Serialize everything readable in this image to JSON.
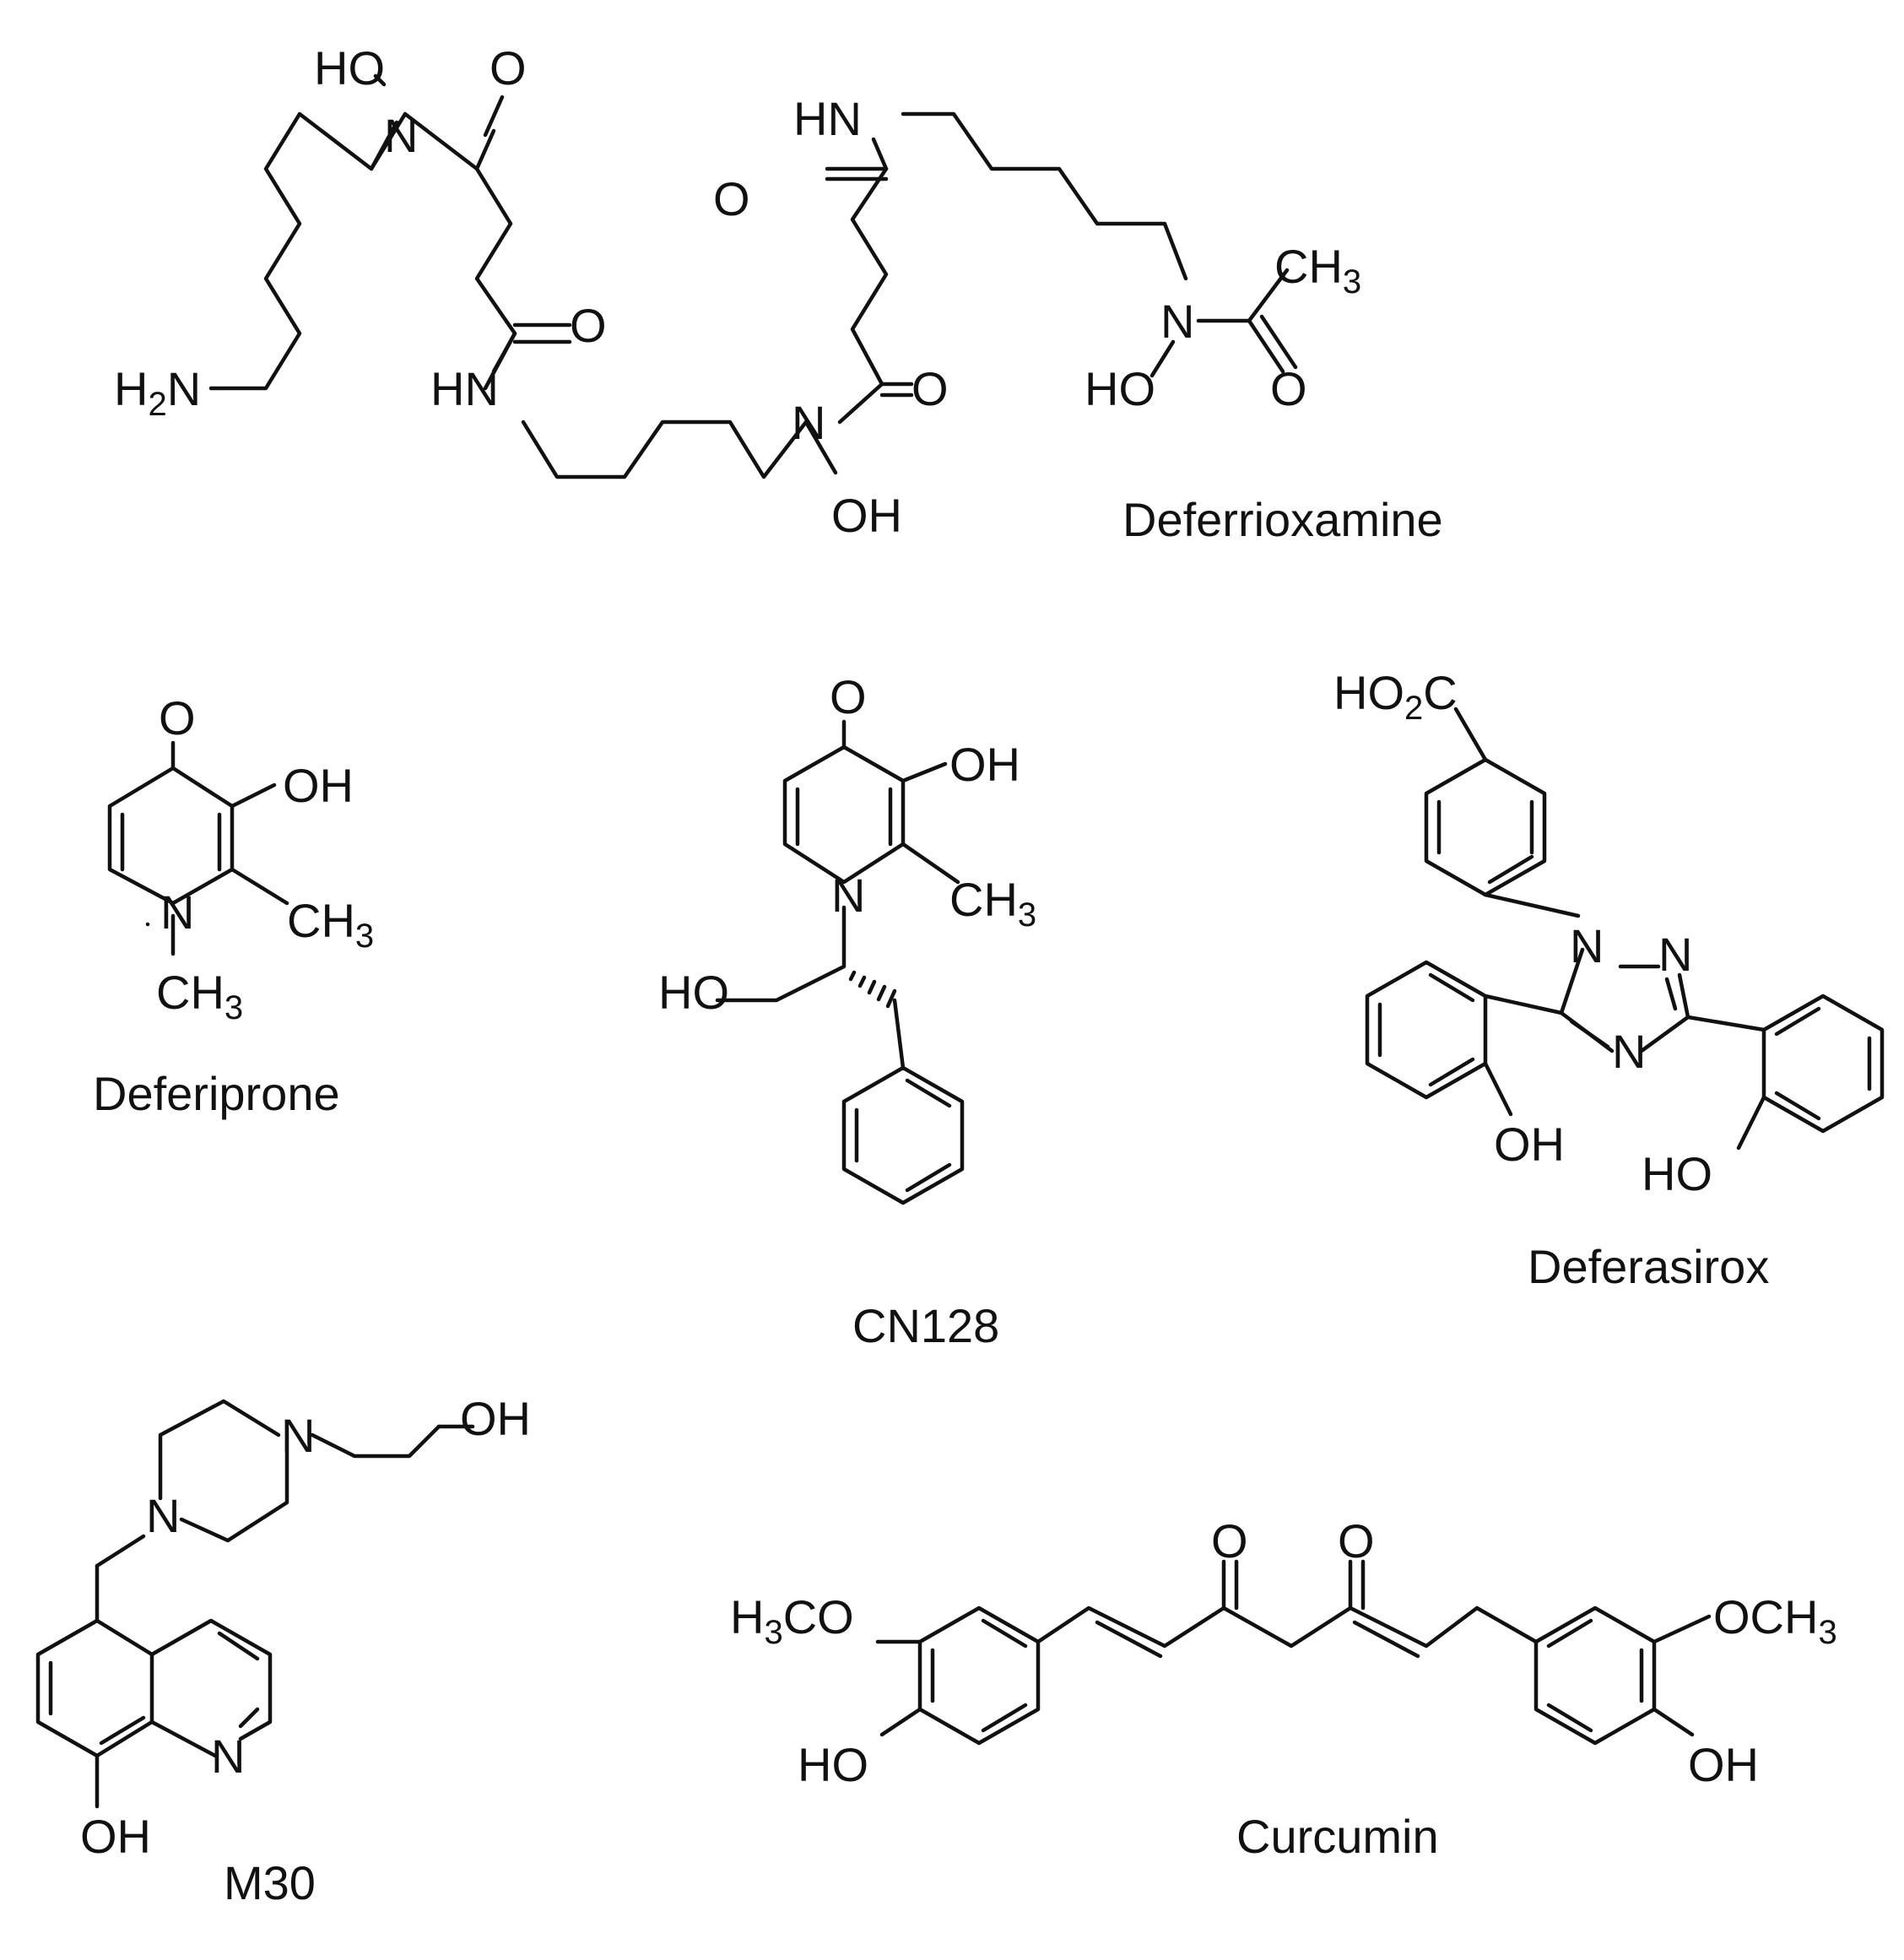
{
  "figure": {
    "compounds": [
      {
        "id": "dfo",
        "name": "Deferrioxamine",
        "atoms": {
          "ho1": "HO",
          "n1": "N",
          "o1": "O",
          "o2": "O",
          "h2n": "H",
          "h2n_sub": "2",
          "h2n_n": "N",
          "hn1": "HN",
          "hn2": "HN",
          "o3": "O",
          "o4": "O",
          "o5": "O",
          "n2": "N",
          "oh2": "OH",
          "n3": "N",
          "ho3": "HO",
          "ch3": "CH",
          "ch3_sub": "3"
        }
      },
      {
        "id": "deferiprone",
        "name": "Deferiprone",
        "atoms": {
          "o": "O",
          "oh": "OH",
          "n": "N",
          "ch3a": "CH",
          "ch3a_sub": "3",
          "ch3b": "CH",
          "ch3b_sub": "3"
        }
      },
      {
        "id": "cn128",
        "name": "CN128",
        "atoms": {
          "o": "O",
          "oh": "OH",
          "n": "N",
          "ch3": "CH",
          "ch3_sub": "3",
          "ho": "HO"
        }
      },
      {
        "id": "deferasirox",
        "name": "Deferasirox",
        "atoms": {
          "ho2c_a": "HO",
          "ho2c_sub": "2",
          "ho2c_c": "C",
          "n1": "N",
          "n2": "N",
          "n4": "N",
          "oh_a": "OH",
          "oh_b": "HO"
        }
      },
      {
        "id": "m30",
        "name": "M30",
        "atoms": {
          "oh1": "OH",
          "n1": "N",
          "n2": "N",
          "nq": "N",
          "oh2": "OH"
        }
      },
      {
        "id": "curcumin",
        "name": "Curcumin",
        "atoms": {
          "o1": "O",
          "o2": "O",
          "h3co_h": "H",
          "h3co_sub": "3",
          "h3co_co": "CO",
          "och3": "OCH",
          "och3_sub": "3",
          "ho": "HO",
          "oh": "OH"
        }
      }
    ]
  }
}
